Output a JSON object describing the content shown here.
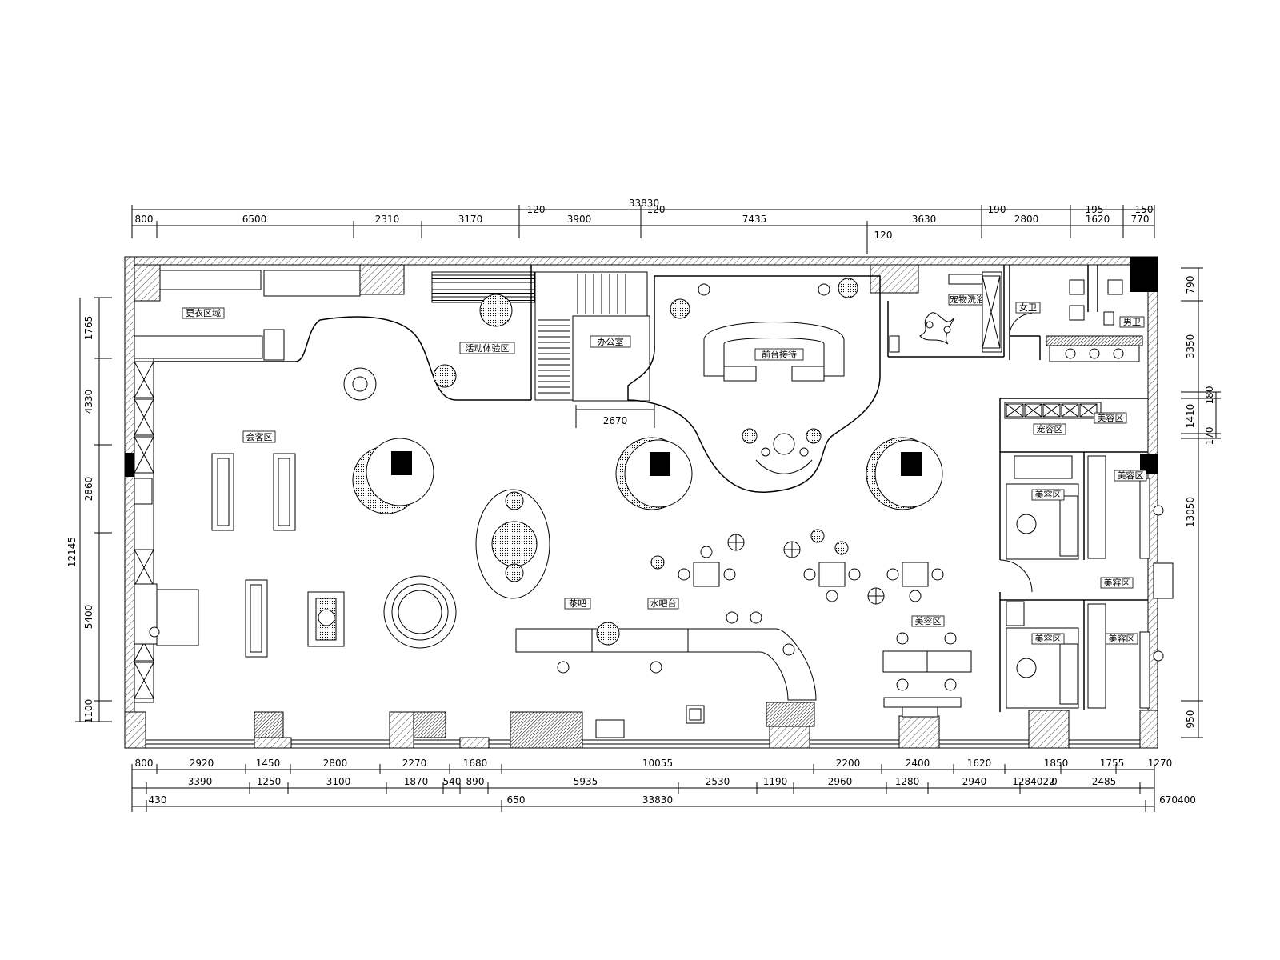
{
  "dimensions": {
    "top_total": "33830",
    "top_row": [
      "800",
      "6500",
      "2310",
      "3170",
      "3900",
      "7435",
      "3630",
      "2800",
      "1620",
      "770"
    ],
    "top_small": [
      "120",
      "120",
      "120",
      "190",
      "195",
      "150"
    ],
    "bottom_row1": [
      "800",
      "2920",
      "1450",
      "2800",
      "2270",
      "1680",
      "10055",
      "2200",
      "2400",
      "1620",
      "1850",
      "1755",
      "1270"
    ],
    "bottom_row2": [
      "3390",
      "1250",
      "3100",
      "1870",
      "540",
      "890",
      "5935",
      "2530",
      "1190",
      "2960",
      "1280",
      "2940",
      "1284022",
      "0",
      "2485"
    ],
    "bottom_row3": [
      "430",
      "650",
      "33830",
      "670400"
    ],
    "left": [
      "1765",
      "4330",
      "2860",
      "5400",
      "1100",
      "12145"
    ],
    "right": [
      "790",
      "3350",
      "180",
      "1410",
      "170",
      "13050",
      "950"
    ],
    "inner": "2670"
  },
  "rooms": {
    "dressing": "更衣区域",
    "activity": "活动体验区",
    "office": "办公室",
    "reception": "前台接待",
    "sofa": "会客区",
    "tea": "茶吧",
    "water": "水吧台",
    "female": "女卫",
    "male": "男卫",
    "pet_wash": "宠物洗浴",
    "beauty_waiting": "宠容区",
    "grooming": "美容区",
    "beauty_center": "美容区",
    "beauty_right": "美容区"
  },
  "colors": {
    "line": "#000000",
    "background": "#ffffff"
  }
}
